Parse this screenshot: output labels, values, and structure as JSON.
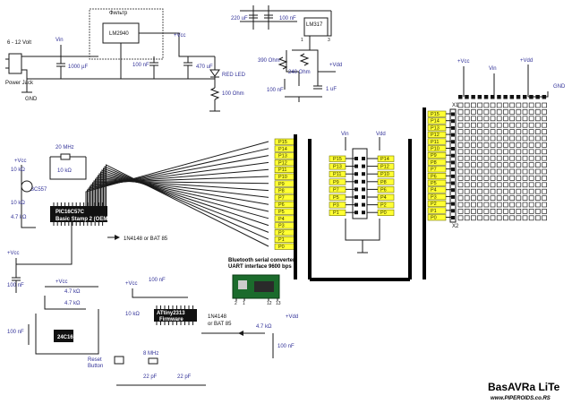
{
  "power": {
    "input_label": "6 - 12 Volt",
    "jack_label": "Power Jack",
    "vin": "Vin",
    "gnd": "GND",
    "c1": "1000 µF",
    "reg1_top": "Фильтр",
    "reg1": "LM2940",
    "c2": "100 nF",
    "vcc_out": "+Vcc",
    "c3": "470 uF",
    "led": "RED LED",
    "r_led": "100 Ohm",
    "c4": "220 uF",
    "c5": "100 nF",
    "reg2": "LM317",
    "r_adj1": "390 Ohm",
    "r_adj2": "240 Ohm",
    "vdd": "+Vdd",
    "c6": "100 nF",
    "c7": "1 uF"
  },
  "mcu": {
    "crystal": "20 MHz",
    "r_osc": "10 kΩ",
    "r1": "10 kΩ",
    "r2": "10 kΩ",
    "r3": "4.7 kΩ",
    "transistor": "BC557",
    "vcc": "+Vcc",
    "chip_line1": "PIC16C57C",
    "chip_line2": "Basic Stamp 2 (OEM)",
    "vcc2": "+Vcc",
    "c_dec": "100 nF",
    "diode1": "1N4148  or  BAT 85"
  },
  "eeprom": {
    "vcc": "+Vcc",
    "r1": "4.7 kΩ",
    "r2": "4.7 kΩ",
    "chip": "24C16",
    "c": "100 nF"
  },
  "avr": {
    "vcc": "+Vcc",
    "c_top": "100 nF",
    "r": "10 kΩ",
    "chip_line1": "ATtiny2313",
    "chip_line2": "Firmware",
    "reset_line1": "Reset",
    "reset_line2": "Button",
    "crystal": "8 MHz",
    "c_x1": "22 pF",
    "c_x2": "22 pF",
    "diode2_line1": "1N4148",
    "diode2_line2": "or  BAT 85",
    "r_rx": "4.7 kΩ",
    "c_vdd": "100 nF",
    "vdd": "+Vdd"
  },
  "bluetooth": {
    "title_line1": "Bluetooth serial converter",
    "title_line2": "UART interface 9600 bps",
    "pins": [
      "2",
      "1",
      "12",
      "13"
    ]
  },
  "bus_pins": [
    "P15",
    "P14",
    "P13",
    "P12",
    "P11",
    "P10",
    "P9",
    "P8",
    "P7",
    "P6",
    "P5",
    "P4",
    "P3",
    "P2",
    "P1",
    "P0"
  ],
  "connector": {
    "vin": "Vin",
    "vdd": "Vdd",
    "left_pins": [
      "P15",
      "P13",
      "P11",
      "P9",
      "P7",
      "P5",
      "P3",
      "P1"
    ],
    "right_pins": [
      "P14",
      "P12",
      "P10",
      "P8",
      "P6",
      "P4",
      "P2",
      "P0"
    ]
  },
  "matrix": {
    "vcc": "+Vcc",
    "vin": "Vin",
    "vdd": "+Vdd",
    "gnd": "GND",
    "x1": "X1",
    "x2": "X2",
    "pins": [
      "P15",
      "P14",
      "P13",
      "P12",
      "P11",
      "P10",
      "P9",
      "P8",
      "P7",
      "P6",
      "P5",
      "P4",
      "P3",
      "P2",
      "P1",
      "P0"
    ]
  },
  "brand": {
    "name": "BasAVRa LiTe",
    "url": "www.PIPEROIDS.co.RS"
  }
}
